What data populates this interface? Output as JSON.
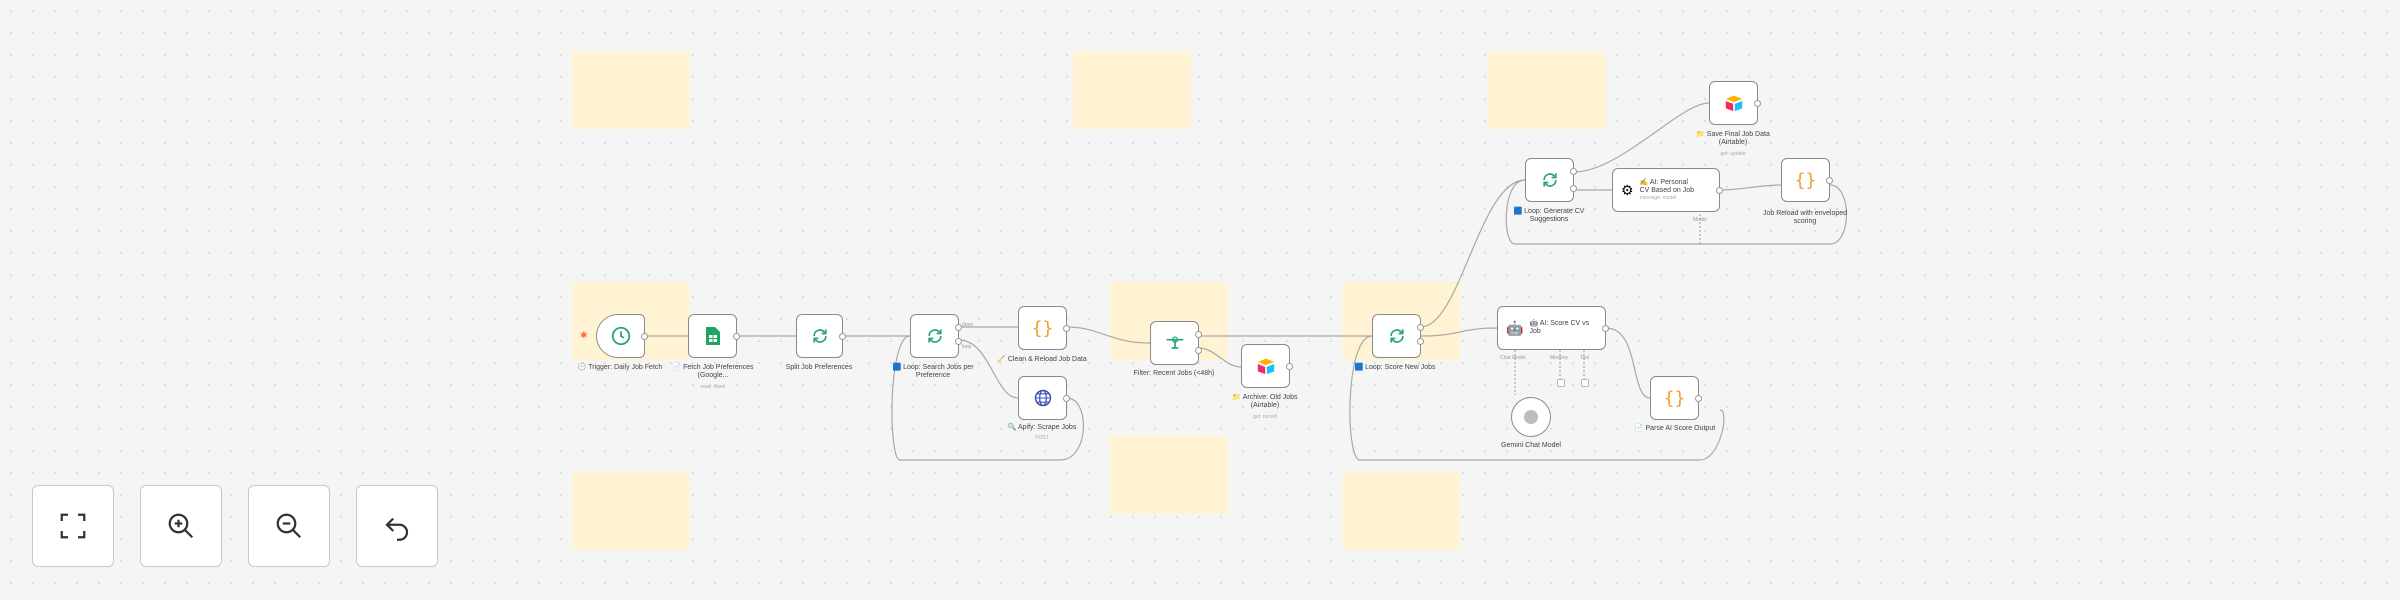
{
  "nodes": {
    "trigger": {
      "label": "🕒 Trigger: Daily Job Fetch",
      "icon": "clock-icon"
    },
    "fetch_prefs": {
      "label": "📄 Fetch Job Preferences (Google...",
      "sub": "read: sheet",
      "icon": "google-sheets-icon"
    },
    "split_prefs": {
      "label": "Split Job Preferences",
      "icon": "loop-icon"
    },
    "loop_search": {
      "label": "🟦 Loop: Search Jobs per Preference",
      "icon": "loop-icon"
    },
    "clean_reload": {
      "label": "🧹 Clean & Reload Job Data",
      "icon": "code-braces-icon"
    },
    "apify": {
      "label": "🔍 Apify: Scrape Jobs",
      "sub": "POST",
      "icon": "globe-icon"
    },
    "filter_recent": {
      "label": "Filter: Recent Jobs (<48h)",
      "icon": "filter-icon"
    },
    "archive": {
      "label": "📁 Archive: Old Jobs (Airtable)",
      "sub": "get: record",
      "icon": "airtable-icon"
    },
    "loop_score": {
      "label": "🟦 Loop: Score New Jobs",
      "icon": "loop-icon"
    },
    "ai_score": {
      "label": "🤖 AI: Score CV vs Job",
      "icon": "robot-icon"
    },
    "gemini": {
      "label": "Gemini Chat Model",
      "icon": "gemini-icon"
    },
    "parse_score": {
      "label": "📄 Parse AI Score Output",
      "icon": "code-braces-icon"
    },
    "loop_cv": {
      "label": "🟦 Loop: Generate CV Suggestions",
      "icon": "loop-icon"
    },
    "ai_personalize": {
      "label": "✍️ AI: Personal CV Based on Job",
      "sub": "message: model",
      "icon": "openai-icon"
    },
    "save_final": {
      "label": "📁 Save Final Job Data (Airtable)",
      "sub": "get: update",
      "icon": "airtable-icon"
    },
    "job_reload": {
      "label": "Job Reload with enveloped scoring",
      "icon": "code-braces-icon"
    }
  },
  "port_tags": {
    "done": "done",
    "loop": "loop",
    "chat_model": "Chat Model",
    "memory": "Memory",
    "tool": "Tool",
    "model": "Model"
  },
  "controls": {
    "fit": "fit-view-icon",
    "zoom_in": "zoom-in-icon",
    "zoom_out": "zoom-out-icon",
    "reset": "undo-icon"
  },
  "colors": {
    "sticky": "#fff3d3",
    "loop_green": "#2aa676",
    "sheets_green": "#1fa463",
    "code_orange": "#f0a030",
    "globe_blue": "#3f51b5",
    "trigger_orange": "#ff6b3d"
  }
}
